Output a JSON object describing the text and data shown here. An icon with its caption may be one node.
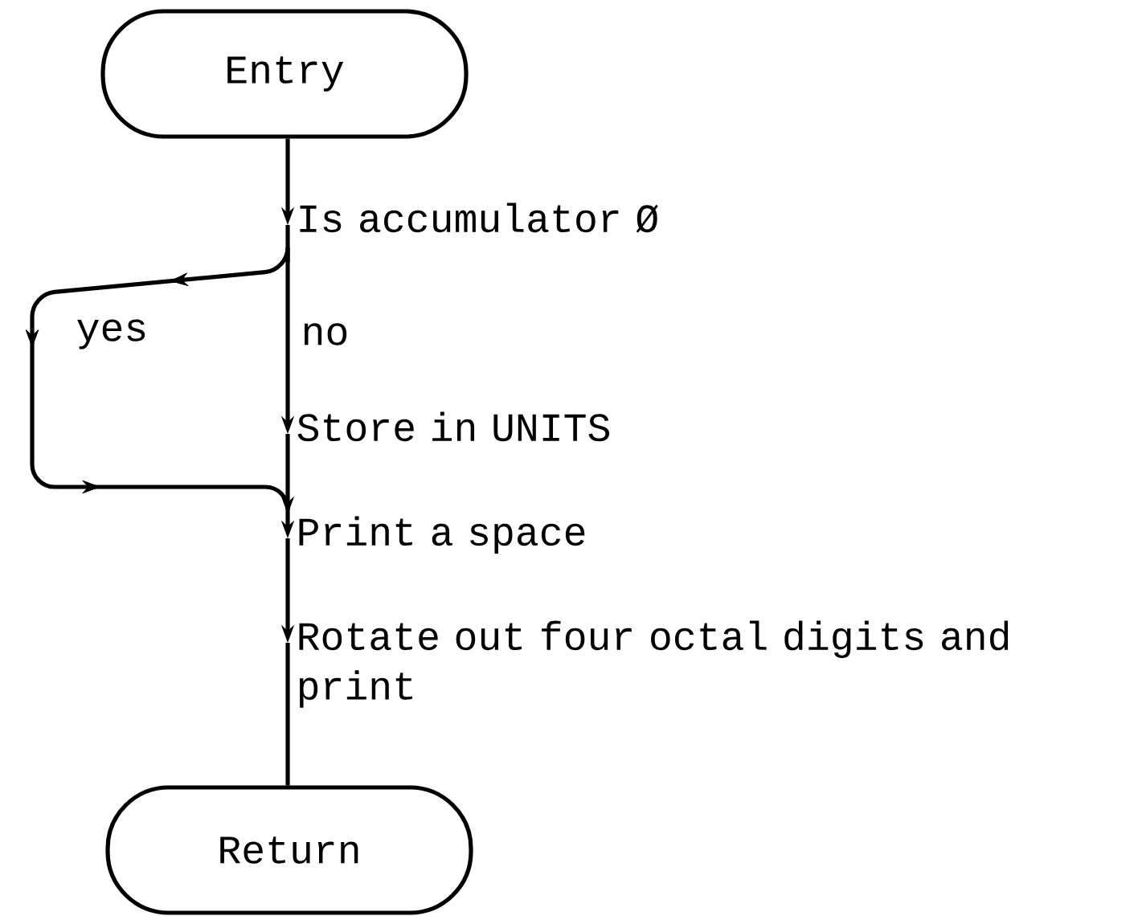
{
  "diagram": {
    "nodes": [
      {
        "text": [
          "Entry"
        ]
      },
      {
        "text": [
          "Is accumulator Ø"
        ]
      },
      {
        "text": [
          "Store in UNITS"
        ]
      },
      {
        "text": [
          "Print a space"
        ]
      },
      {
        "text": [
          "Rotate out four octal digits and print"
        ]
      },
      {
        "text": [
          "Return"
        ]
      }
    ],
    "edges": [
      {
        "from": 0,
        "to": 1,
        "arrow": "to"
      },
      {
        "from": 1,
        "to": 2,
        "arrow": "to",
        "label": "no"
      },
      {
        "from": 1,
        "to": 3,
        "arrow": "to",
        "label": "yes"
      },
      {
        "from": 2,
        "to": 3,
        "arrow": "to"
      },
      {
        "from": 3,
        "to": 4,
        "arrow": "to"
      },
      {
        "from": 4,
        "to": 5,
        "arrow": "none"
      }
    ]
  }
}
